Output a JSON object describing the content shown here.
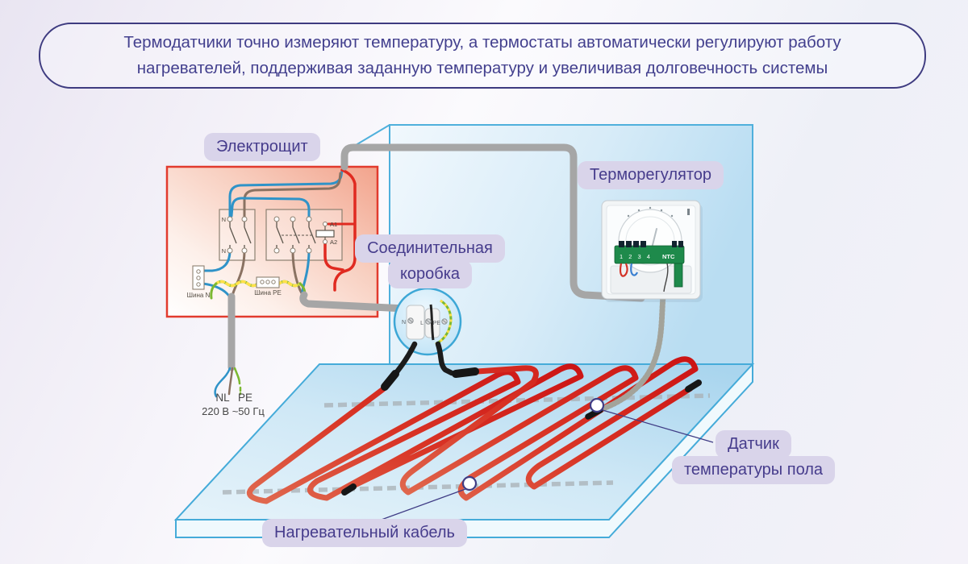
{
  "banner": {
    "line1": "Термодатчики точно измеряют температуру, а термостаты автоматически регулируют работу",
    "line2": "нагревателей, поддерживая заданную температуру и увеличивая долговечность системы"
  },
  "labels": {
    "panel": "Электрощит",
    "thermostat": "Терморегулятор",
    "junction_box_line1": "Соединительная",
    "junction_box_line2": "коробка",
    "floor_sensor_line1": "Датчик",
    "floor_sensor_line2": "температуры пола",
    "heating_cable": "Нагревательный кабель"
  },
  "panel": {
    "bus_n": "Шина N",
    "bus_pe": "Шина PE",
    "coil_a1": "A1",
    "coil_a2": "A2",
    "n_top": "N",
    "n_bottom": "N",
    "supply_nl": "NL",
    "supply_pe": "PE",
    "supply_rating": "220 В ~50 Гц"
  },
  "junction_box": {
    "terminal_n": "N",
    "terminal_l": "L",
    "terminal_pe": "PE"
  },
  "thermostat": {
    "terminal_numbers": "1 2 3 4",
    "sensor_port": "NTC"
  },
  "colors": {
    "accent_text": "#453d8c",
    "badge_bg": "#d9d4ea",
    "banner_border": "#3e3b80",
    "panel_border": "#e23b2e",
    "heating_cable_red": "#d42020",
    "wall_blue": "#bedff2",
    "floor_blue": "#abd6ee",
    "edge_cyan": "#45abd9",
    "cable_gray": "#a6a6a6",
    "wire_blue": "#2f93c8",
    "wire_brown": "#8a7262",
    "wire_pe_green": "#7cb832",
    "wire_pe_yellow": "#ffe14a"
  }
}
